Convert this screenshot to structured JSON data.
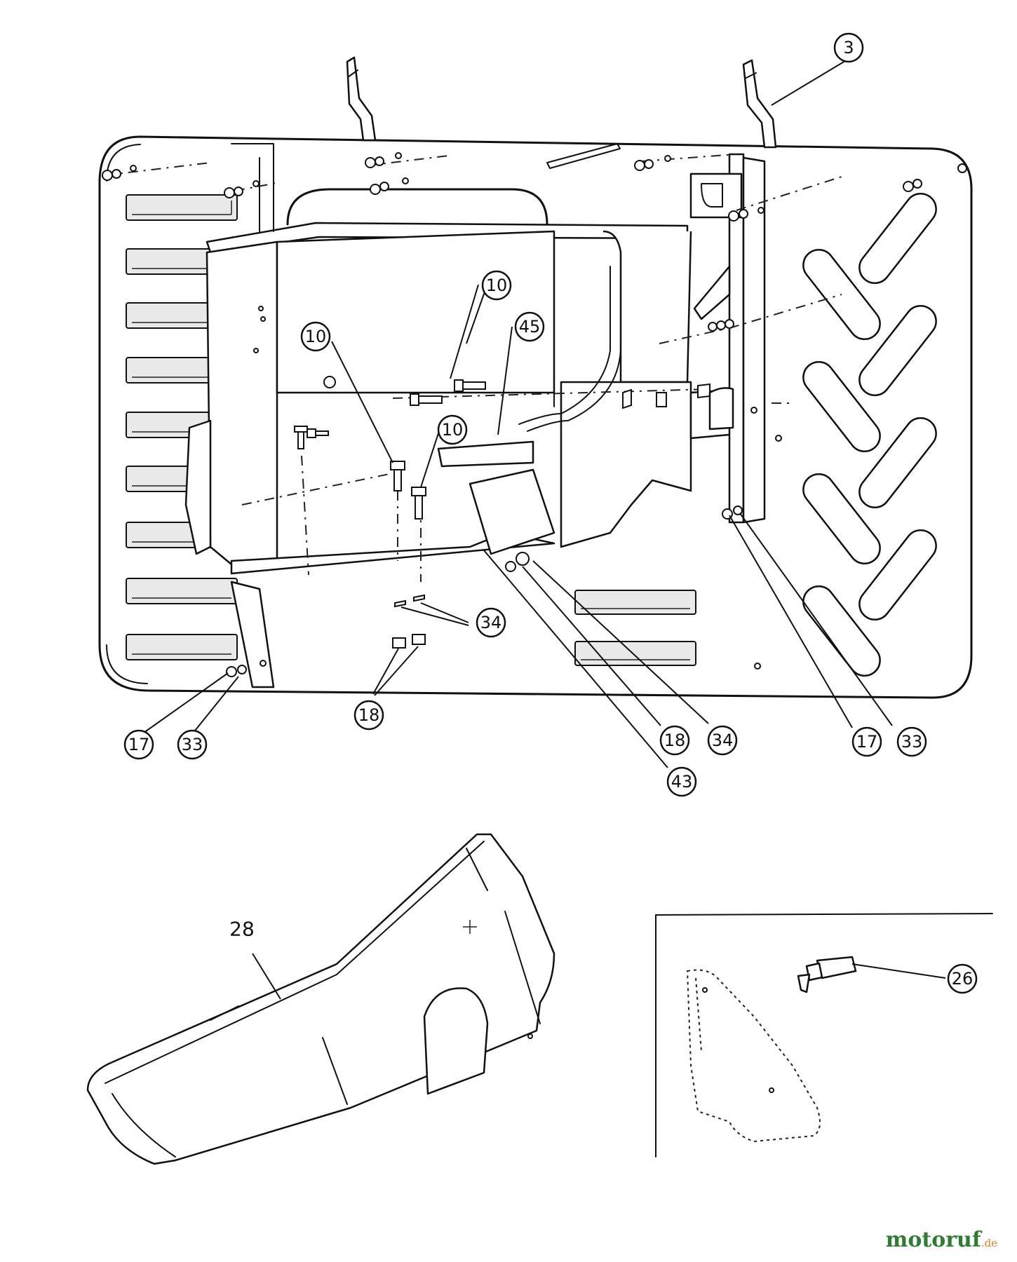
{
  "callouts": [
    {
      "id": "c3",
      "label": "3"
    },
    {
      "id": "c10a",
      "label": "10"
    },
    {
      "id": "c10b",
      "label": "10"
    },
    {
      "id": "c10c",
      "label": "10"
    },
    {
      "id": "c45",
      "label": "45"
    },
    {
      "id": "c34a",
      "label": "34"
    },
    {
      "id": "c18a",
      "label": "18"
    },
    {
      "id": "c17a",
      "label": "17"
    },
    {
      "id": "c33a",
      "label": "33"
    },
    {
      "id": "c18b",
      "label": "18"
    },
    {
      "id": "c34b",
      "label": "34"
    },
    {
      "id": "c43",
      "label": "43"
    },
    {
      "id": "c17b",
      "label": "17"
    },
    {
      "id": "c33b",
      "label": "33"
    },
    {
      "id": "c26",
      "label": "26"
    }
  ],
  "labels": {
    "part_28": "28"
  },
  "watermark": {
    "main": "motoruf",
    "suffix": ".de"
  }
}
